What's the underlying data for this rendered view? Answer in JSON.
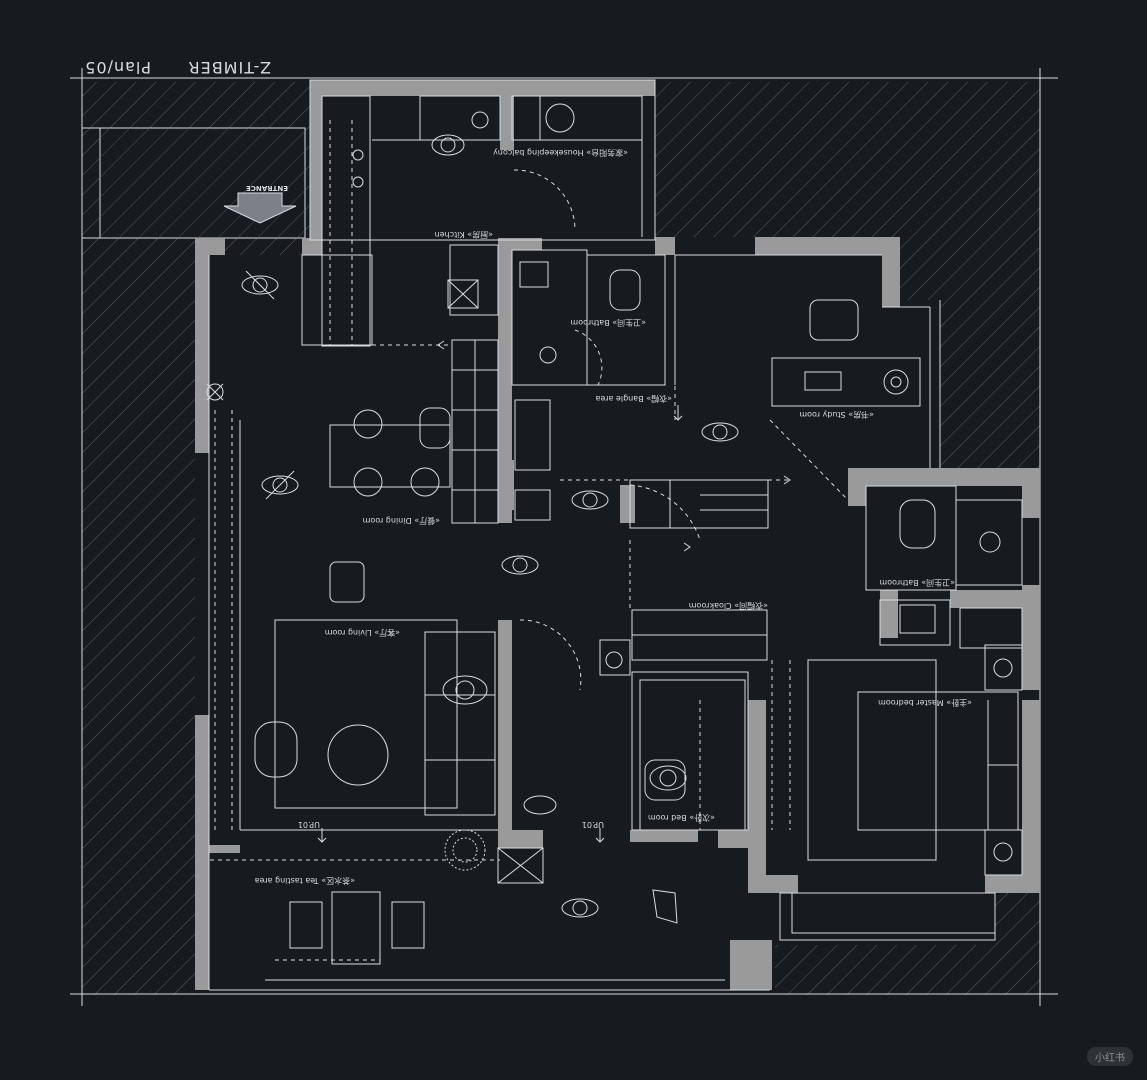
{
  "header": {
    "title": "Z-TIMBER",
    "plan": "Plan/05"
  },
  "rooms": {
    "housekeeping": "«家务阳台» Housekeeping balcony",
    "kitchen": "«厨房» Kitchen",
    "bathroom_1": "«卫生间» Bathroom",
    "bangle": "«衣帽» Bangle area",
    "study": "«书房» Study room",
    "dining": "«餐厅» Dining room",
    "bathroom_2": "«卫生间» Bathroom",
    "cloakroom": "«衣帽间» Cloakroom",
    "living": "«客厅» Living room",
    "master": "«主卧» Master bedroom",
    "bed": "«次卧» Bed room",
    "tea": "«茶水区» Tea tasting area"
  },
  "annotations": {
    "entrance": "ENTRANCE",
    "up_1": "UP.01",
    "up_2": "UP.01"
  },
  "watermark": "小红书",
  "colors": {
    "background": "#171b1f",
    "line": "#d8dde2",
    "wall": "#9a9a9a",
    "hatch": "#5b6066"
  }
}
